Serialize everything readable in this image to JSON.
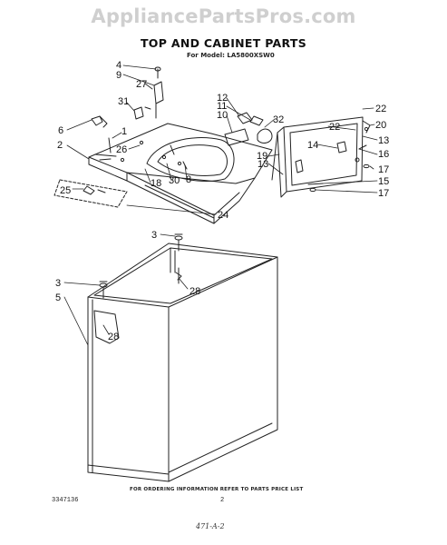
{
  "watermark": "AppliancePartsPros.com",
  "title": "TOP AND CABINET PARTS",
  "model": "For Model: LA5800XSW0",
  "footer_note": "FOR ORDERING INFORMATION REFER TO PARTS PRICE LIST",
  "part_number": "3347136",
  "page_number": "2",
  "handwritten_note": "471-A-2",
  "callouts": [
    "4",
    "9",
    "27",
    "31",
    "6",
    "1",
    "2",
    "26",
    "25",
    "24",
    "18",
    "30",
    "8",
    "12",
    "11",
    "10",
    "32",
    "22",
    "20",
    "14",
    "13",
    "16",
    "19",
    "17",
    "15",
    "3",
    "28",
    "5"
  ]
}
